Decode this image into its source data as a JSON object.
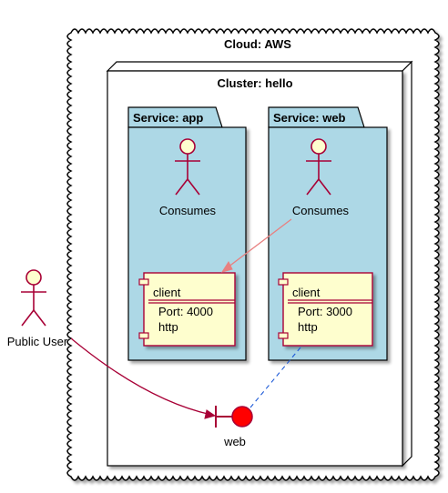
{
  "cloud": {
    "title": "Cloud: AWS"
  },
  "cluster": {
    "title": "Cluster: hello"
  },
  "services": [
    {
      "title": "Service: app",
      "actor_label": "Consumes",
      "component": {
        "name": "client",
        "port": "Port: 4000",
        "protocol": "http"
      }
    },
    {
      "title": "Service: web",
      "actor_label": "Consumes",
      "component": {
        "name": "client",
        "port": "Port: 3000",
        "protocol": "http"
      }
    }
  ],
  "public_user": {
    "label": "Public User"
  },
  "boundary": {
    "label": "web"
  },
  "colors": {
    "package_fill": "#ADD8E6",
    "component_fill": "#FEFECE",
    "border": "#A80036",
    "boundary_fill": "#FF0000",
    "arrow": "#A80036",
    "arrow_light": "#E88080",
    "dashed": "#1E5BD8"
  }
}
